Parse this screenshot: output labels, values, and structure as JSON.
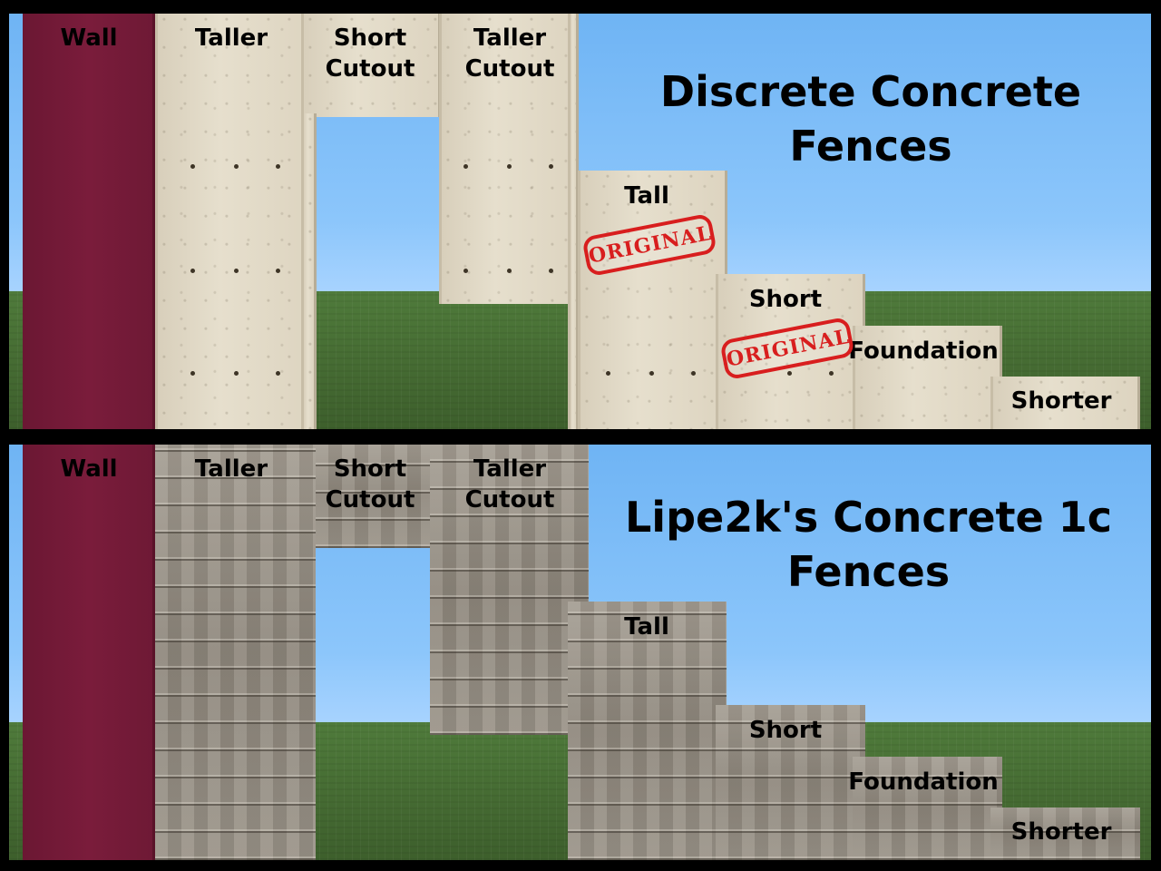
{
  "top_panel": {
    "title_line1": "Discrete Concrete",
    "title_line2": "Fences",
    "labels": {
      "wall": "Wall",
      "taller": "Taller",
      "short_cutout": "Short\nCutout",
      "taller_cutout": "Taller\nCutout",
      "tall": "Tall",
      "short": "Short",
      "foundation": "Foundation",
      "shorter": "Shorter"
    },
    "stamp_text": "ORIGINAL"
  },
  "bottom_panel": {
    "title_line1": "Lipe2k's Concrete 1c",
    "title_line2": "Fences",
    "labels": {
      "wall": "Wall",
      "taller": "Taller",
      "short_cutout": "Short\nCutout",
      "taller_cutout": "Taller\nCutout",
      "tall": "Tall",
      "short": "Short",
      "foundation": "Foundation",
      "shorter": "Shorter"
    }
  },
  "colors": {
    "wall": "#7a1c3b",
    "sky": "#8cc6fb",
    "grass": "#466c33",
    "stamp": "#d81e1e"
  }
}
